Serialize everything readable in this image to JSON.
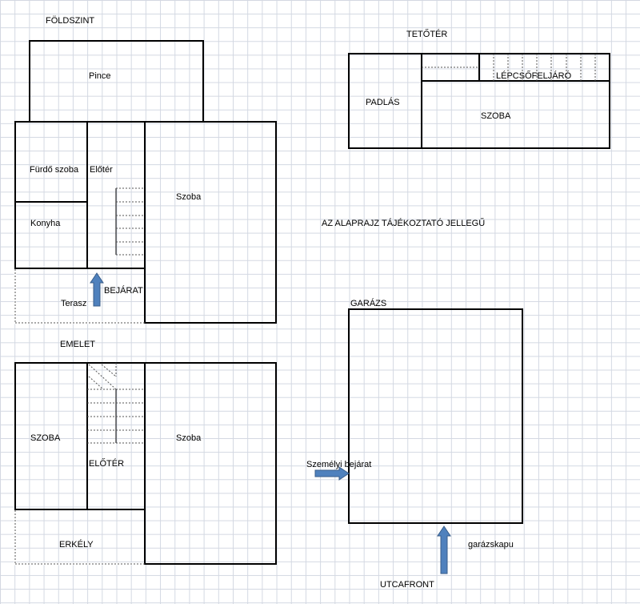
{
  "headings": {
    "ground_floor": "FÖLDSZINT",
    "upper_floor": "EMELET",
    "attic": "TETŐTÉR",
    "garage": "GARÁZS"
  },
  "note": "AZ ALAPRAJZ TÁJÉKOZTATÓ JELLEGŰ",
  "ground_floor": {
    "cellar": "Pince",
    "bathroom": "Fürdő szoba",
    "hallway": "Előtér",
    "room": "Szoba",
    "kitchen": "Konyha",
    "terrace": "Terasz",
    "entrance": "BEJÁRAT"
  },
  "upper_floor": {
    "room_left": "SZOBA",
    "hallway": "ELŐTÉR",
    "room_right": "Szoba",
    "balcony": "ERKÉLY"
  },
  "attic": {
    "loft": "PADLÁS",
    "stairs": "LÉPCSŐFELJÁRÓ",
    "room": "SZOBA"
  },
  "garage": {
    "side_entrance": "Személyi bejárat",
    "gate": "garázskapu",
    "street": "UTCAFRONT"
  },
  "colors": {
    "arrow": "#4f81bd",
    "grid": "#d3d8e2"
  }
}
